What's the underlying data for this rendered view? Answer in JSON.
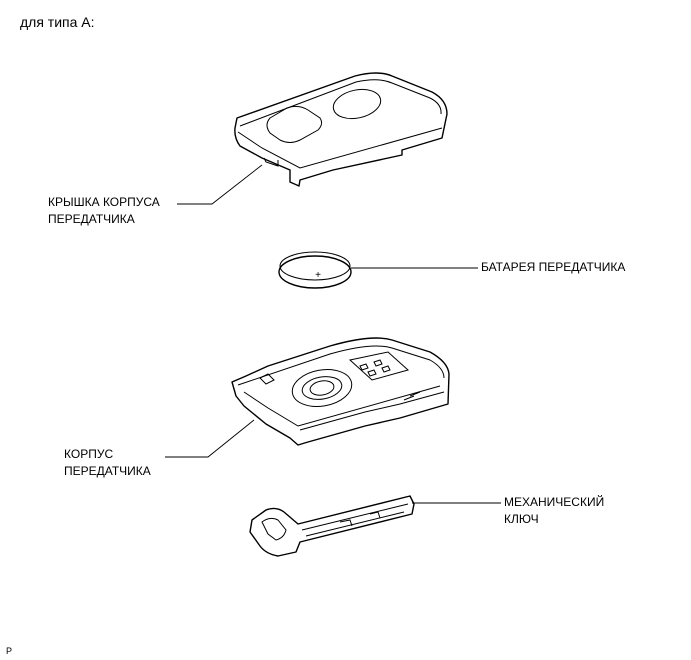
{
  "caption": "для типа А:",
  "labels": {
    "case_cover_line1": "КРЫШКА КОРПУСА",
    "case_cover_line2": "ПЕРЕДАТЧИКА",
    "battery": "БАТАРЕЯ ПЕРЕДАТЧИКА",
    "case_line1": "КОРПУС",
    "case_line2": "ПЕРЕДАТЧИКА",
    "key_line1": "МЕХАНИЧЕСКИЙ",
    "key_line2": "КЛЮЧ"
  },
  "battery_symbol": "+",
  "corner_mark": "P"
}
